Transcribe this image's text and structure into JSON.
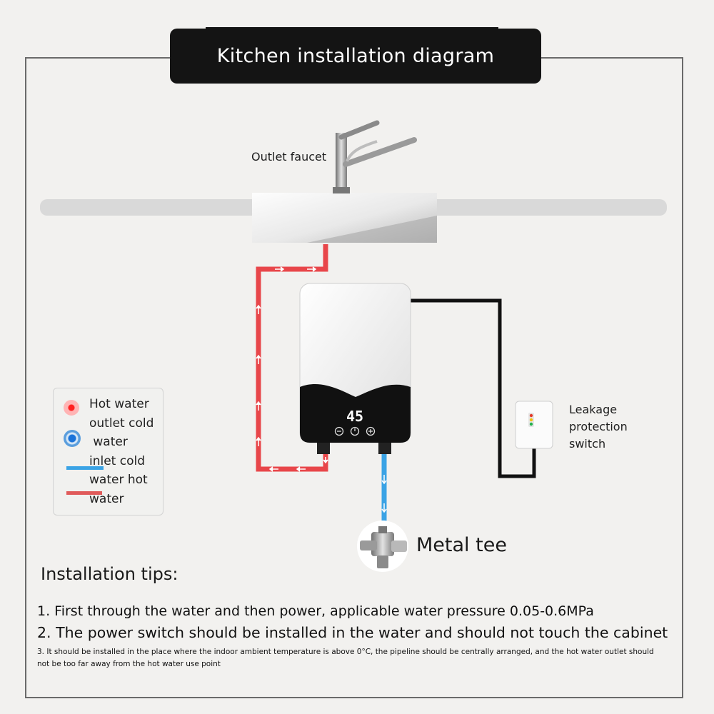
{
  "title": "Kitchen installation diagram",
  "labels": {
    "outlet_faucet": "Outlet faucet",
    "leakage_line1": "Leakage",
    "leakage_line2": "protection",
    "leakage_line3": "switch",
    "metal_tee": "Metal tee",
    "display_value": "45"
  },
  "legend": {
    "lines": [
      "Hot water",
      "outlet cold",
      " water",
      "inlet cold",
      "water hot",
      "water"
    ]
  },
  "tips": {
    "heading": "Installation tips:",
    "items": [
      "1. First through the water and then power, applicable water pressure 0.05-0.6MPa",
      "2. The power switch should be installed in the water and should not touch the cabinet",
      "3. It should be installed in the place where the indoor ambient temperature is above 0°C, the pipeline should be centrally arranged, and the hot water outlet should not be too far away from the hot water use point"
    ]
  },
  "colors": {
    "hot_pipe": "#e8464a",
    "cold_pipe": "#3aa3e5",
    "power_cable": "#111111",
    "title_bg": "#141414"
  },
  "icons": {
    "heater_controls": [
      "minus-icon",
      "power-icon",
      "plus-icon"
    ],
    "legend": [
      "hot-water-dot-icon",
      "cold-water-dot-icon",
      "cold-water-line-icon",
      "hot-water-line-icon"
    ]
  }
}
